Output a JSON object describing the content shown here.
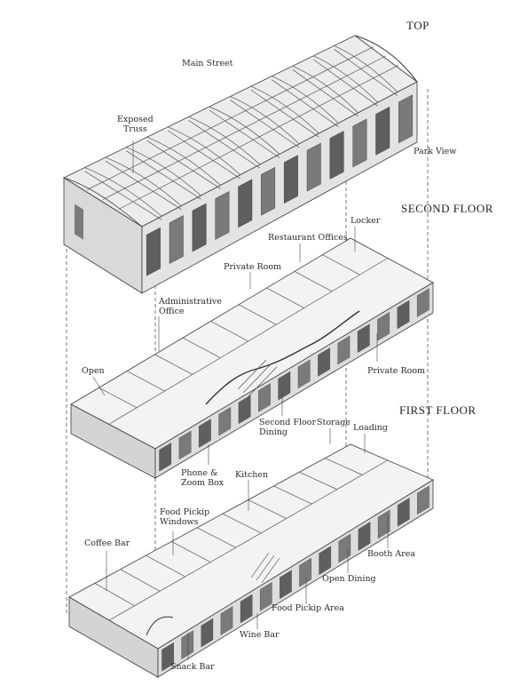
{
  "levels": {
    "top": "TOP",
    "second": "SECOND FLOOR",
    "first": "FIRST FLOOR"
  },
  "labels": {
    "main_street": "Main Street",
    "exposed_truss": "Exposed\nTruss",
    "park_view": "Park View",
    "locker": "Locker",
    "restaurant_offices": "Restaurant Offices",
    "private_room_1": "Private Room",
    "administrative_office": "Administrative\nOffice",
    "open": "Open",
    "private_room_2": "Private Room",
    "second_floor_dining": "Second Floor\nDining",
    "storage": "Storage",
    "loading": "Loading",
    "phone_zoom_box": "Phone &\nZoom Box",
    "kitchen": "Kitchen",
    "food_pickup_windows": "Food Pickip\nWindows",
    "coffee_bar": "Coffee Bar",
    "booth_area": "Booth Area",
    "open_dining": "Open Dining",
    "food_pickup_area": "Food Pickip Area",
    "wine_bar": "Wine Bar",
    "snack_bar": "Snack Bar"
  },
  "colors": {
    "line": "#3a3a3a",
    "wall": "#d6d6d6",
    "wall_dark": "#a8a8a8",
    "floor": "#f2f2f2",
    "window": "#6e6e6e"
  }
}
